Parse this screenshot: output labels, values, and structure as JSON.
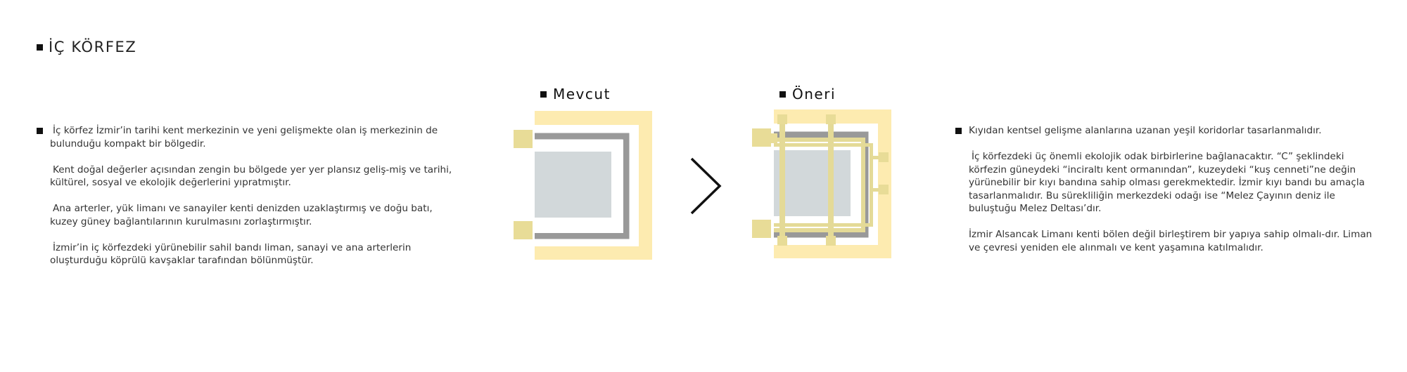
{
  "title": "İÇ KÖRFEZ",
  "left_paragraphs": [
    "İç körfez İzmir’in tarihi kent merkezinin ve yeni gelişmekte olan iş merkezinin de bulunduğu kompakt bir bölgedir.",
    "Kent doğal değerler açısından zengin bu bölgede yer yer plansız geliş-miş ve tarihi, kültürel, sosyal ve ekolojik değerlerini yıpratmıştır.",
    "Ana arterler, yük limanı ve sanayiler kenti denizden uzaklaştırmış ve doğu batı, kuzey güney bağlantılarının kurulmasını zorlaştırmıştır.",
    "İzmir’in iç körfezdeki yürünebilir sahil bandı liman, sanayi ve ana arterlerin oluşturduğu köprülü kavşaklar tarafından bölünmüştür."
  ],
  "diagrams": {
    "existing_label": "Mevcut",
    "proposal_label": "Öneri"
  },
  "right_paragraphs": [
    "Kıyıdan kentsel gelişme alanlarına uzanan yeşil koridorlar tasarlanmalıdır.",
    "İç körfezdeki üç önemli ekolojik odak birbirlerine bağlanacaktır. “C” şeklindeki körfezin güneydeki “inciraltı kent ormanından”, kuzeydeki “kuş cenneti”ne değin yürünebilir bir kıyı bandına sahip olması gerekmektedir. İzmir kıyı bandı bu amaçla tasarlanmalıdır. Bu sürekliliğin merkezdeki odağı ise “Melez Çayının deniz ile buluştuğu Melez Deltası’dır.",
    "İzmir Alsancak Limanı kenti bölen değil birleştirem bir yapıya sahip olmalı-dır. Liman ve çevresi yeniden ele alınmalı ve kent yaşamına katılmalıdır."
  ],
  "colors": {
    "coast_band": "#fdebb0",
    "green_node": "#e8dc97",
    "green_corridor": "#e4da97",
    "artery": "#999999",
    "city": "#d2d8da",
    "arrow": "#111111"
  }
}
